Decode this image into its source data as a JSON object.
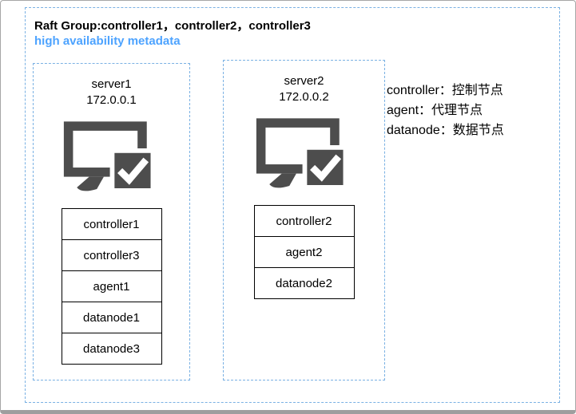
{
  "header": {
    "title": "Raft Group:controller1，controller2，controller3",
    "subtitle": "high availability metadata"
  },
  "servers": [
    {
      "name": "server1",
      "ip": "172.0.0.1",
      "nodes": [
        "controller1",
        "controller3",
        "agent1",
        "datanode1",
        "datanode3"
      ]
    },
    {
      "name": "server2",
      "ip": "172.0.0.2",
      "nodes": [
        "controller2",
        "agent2",
        "datanode2"
      ]
    }
  ],
  "legend": {
    "lines": [
      "controller：控制节点",
      "agent：代理节点",
      "datanode：数据节点"
    ]
  },
  "icons": {
    "server": "monitor-check-icon"
  },
  "colors": {
    "dashed_border": "#7ab1e3",
    "subtitle_blue": "#4da3ff",
    "icon_gray": "#4d4d4d",
    "node_border": "#000000",
    "frame_border": "#a6a6a6"
  }
}
